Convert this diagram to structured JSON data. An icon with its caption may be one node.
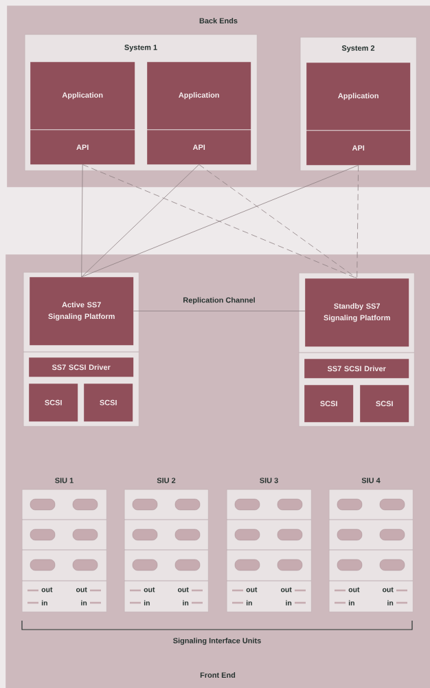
{
  "diagram": {
    "nodes": [
      {
        "text": [
          "Back Ends"
        ]
      },
      {
        "text": [
          "System 1"
        ],
        "in": 0
      },
      {
        "text": [
          "Application"
        ],
        "in": 1
      },
      {
        "text": [
          "API"
        ],
        "in": 1
      },
      {
        "text": [
          "Application"
        ],
        "in": 1
      },
      {
        "text": [
          "API"
        ],
        "in": 1
      },
      {
        "text": [
          "System 2"
        ],
        "in": 0
      },
      {
        "text": [
          "Application"
        ],
        "in": 6
      },
      {
        "text": [
          "API"
        ],
        "in": 6
      },
      {
        "text": [
          "Front End"
        ]
      },
      {
        "text": [],
        "shape": "box",
        "in": 9
      },
      {
        "text": [
          "Active SS7 Signaling Platform"
        ],
        "in": 10
      },
      {
        "text": [
          "SS7 SCSI Driver"
        ],
        "in": 10
      },
      {
        "text": [
          "SCSI"
        ],
        "in": 10
      },
      {
        "text": [
          "SCSI"
        ],
        "in": 10
      },
      {
        "text": [],
        "shape": "box",
        "in": 9
      },
      {
        "text": [
          "Standby SS7 Signaling Platform"
        ],
        "in": 15
      },
      {
        "text": [
          "SS7 SCSI Driver"
        ],
        "in": 15
      },
      {
        "text": [
          "SCSI"
        ],
        "in": 15
      },
      {
        "text": [
          "SCSI"
        ],
        "in": 15
      },
      {
        "text": [
          "SIU 1",
          "out",
          "out",
          "in",
          "in"
        ],
        "in": 9
      },
      {
        "text": [
          "SIU 2",
          "out",
          "out",
          "in",
          "in"
        ],
        "in": 9
      },
      {
        "text": [
          "SIU 3",
          "out",
          "out",
          "in",
          "in"
        ],
        "in": 9
      },
      {
        "text": [
          "SIU 4",
          "out",
          "out",
          "in",
          "in"
        ],
        "in": 9
      }
    ],
    "edges": [
      {
        "from": 3,
        "to": 11,
        "arrow": "none"
      },
      {
        "from": 5,
        "to": 11,
        "arrow": "none"
      },
      {
        "from": 8,
        "to": 11,
        "arrow": "none"
      },
      {
        "from": 3,
        "to": 16,
        "arrow": "none",
        "style": "dashed"
      },
      {
        "from": 5,
        "to": 16,
        "arrow": "none",
        "style": "dashed"
      },
      {
        "from": 8,
        "to": 16,
        "arrow": "none",
        "style": "dashed"
      },
      {
        "from": 11,
        "to": 16,
        "arrow": "none",
        "label": "Replication Channel"
      }
    ],
    "labels": [
      "Signaling Interface Units"
    ]
  }
}
